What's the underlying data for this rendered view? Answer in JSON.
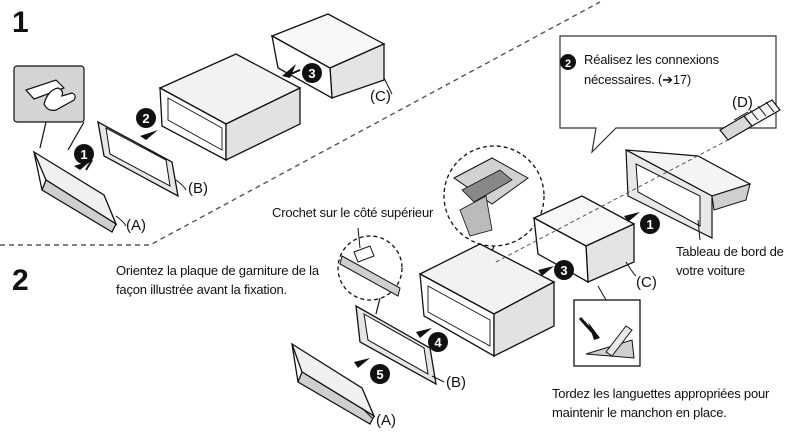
{
  "steps": {
    "step1": {
      "number": "1"
    },
    "step2": {
      "number": "2"
    }
  },
  "labels": {
    "a_top": "(A)",
    "b_top": "(B)",
    "c_top": "(C)",
    "a_bottom": "(A)",
    "b_bottom": "(B)",
    "c_bottom": "(C)",
    "d": "(D)"
  },
  "markers": {
    "m1_top": "1",
    "m2_top": "2",
    "m3_top": "3",
    "m1_bottom": "1",
    "m2_callout": "2",
    "m3_bottom": "3",
    "m4_bottom": "4",
    "m5_bottom": "5"
  },
  "callout": {
    "line1": "Réalisez les connexions",
    "line2": "nécessaires. (➔17)"
  },
  "captions": {
    "hook": "Crochet sur le côté supérieur",
    "orient_line1": "Orientez la plaque de garniture de la",
    "orient_line2": "façon illustrée avant la fixation.",
    "dashboard_line1": "Tableau de bord de",
    "dashboard_line2": "votre voiture",
    "bend_line1": "Tordez les languettes appropriées pour",
    "bend_line2": "maintenir le manchon en place."
  },
  "colors": {
    "line": "#111111",
    "fill_light": "#f2f2f2",
    "fill_mid": "#d9d9d9",
    "fill_dark": "#b5b5b5",
    "marker": "#111111"
  }
}
